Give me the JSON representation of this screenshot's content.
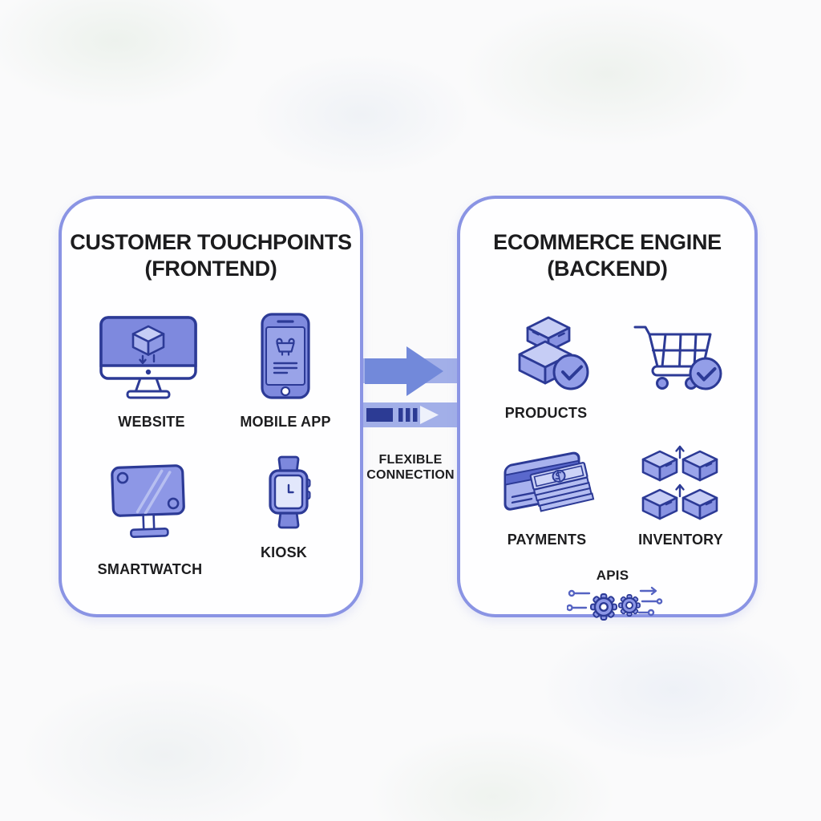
{
  "colors": {
    "card_border": "#8a94e4",
    "icon_outline": "#2c3a96",
    "icon_fill_medium": "#8d97e6",
    "icon_fill_light": "#c6cdf5",
    "band": "#a2afe8",
    "arrow_medium": "#7289da",
    "arrow_dark": "#2c3b94",
    "text": "#1d1d1f",
    "page_background": "#fafafb"
  },
  "left_card": {
    "title_line1": "CUSTOMER TOUCHPOINTS",
    "title_line2": "(FRONTEND)",
    "items": [
      {
        "label": "WEBSITE",
        "icon": "desktop-monitor-icon"
      },
      {
        "label": "MOBILE APP",
        "icon": "smartphone-icon"
      },
      {
        "label": "SMARTWATCH",
        "icon": "display-screen-icon"
      },
      {
        "label": "KIOSK",
        "icon": "smartwatch-icon"
      }
    ]
  },
  "right_card": {
    "title_line1": "ECOMMERCE ENGINE",
    "title_line2": "(BACKEND)",
    "items": [
      {
        "label": "PRODUCTS",
        "icon": "boxes-check-icon"
      },
      {
        "label": "",
        "icon": "cart-check-icon"
      },
      {
        "label": "PAYMENTS",
        "icon": "payment-card-cash-icon"
      },
      {
        "label": "INVENTORY",
        "icon": "inventory-boxes-icon"
      },
      {
        "label": "APIS",
        "icon": "gears-api-icon"
      }
    ]
  },
  "connection": {
    "label_line1": "FLEXIBLE",
    "label_line2": "CONNECTION"
  }
}
